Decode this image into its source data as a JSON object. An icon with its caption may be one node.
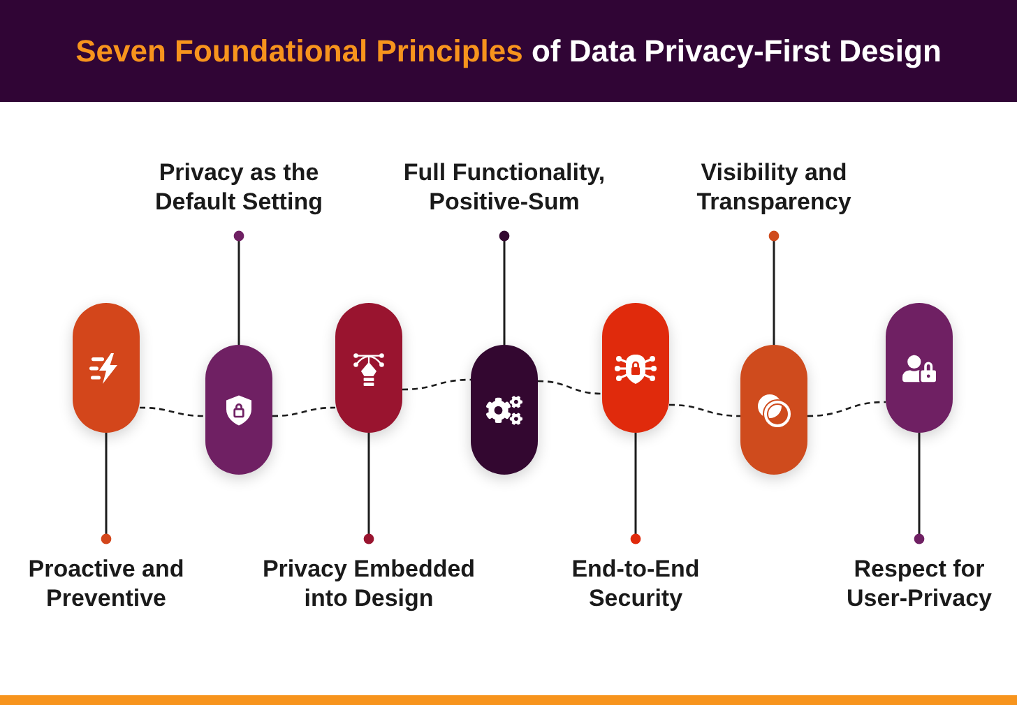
{
  "diagram": {
    "title": "**Seven Foundational Principles** of Data Privacy-First Design",
    "nodes": [
      {
        "text": [
          "Proactive and Preventive"
        ]
      },
      {
        "text": [
          "Privacy as the Default Setting"
        ]
      },
      {
        "text": [
          "Privacy Embedded into Design"
        ]
      },
      {
        "text": [
          "Full Functionality, Positive-Sum"
        ]
      },
      {
        "text": [
          "End-to-End Security"
        ]
      },
      {
        "text": [
          "Visibility and Transparency"
        ]
      },
      {
        "text": [
          "Respect for User-Privacy"
        ]
      },
      {
        "text": [],
        "shape": "pill"
      },
      {
        "text": [],
        "shape": "pill"
      },
      {
        "text": [],
        "shape": "pill"
      },
      {
        "text": [],
        "shape": "pill"
      },
      {
        "text": [],
        "shape": "pill"
      },
      {
        "text": [],
        "shape": "pill"
      },
      {
        "text": [],
        "shape": "pill"
      }
    ],
    "edges": [
      {
        "from": 0,
        "to": 7,
        "arrow": "other"
      },
      {
        "from": 1,
        "to": 8,
        "arrow": "other"
      },
      {
        "from": 2,
        "to": 9,
        "arrow": "other"
      },
      {
        "from": 3,
        "to": 10,
        "arrow": "other"
      },
      {
        "from": 4,
        "to": 11,
        "arrow": "other"
      },
      {
        "from": 5,
        "to": 12,
        "arrow": "other"
      },
      {
        "from": 6,
        "to": 13,
        "arrow": "other"
      },
      {
        "from": 7,
        "to": 8,
        "arrow": "none",
        "style": "dashed"
      },
      {
        "from": 8,
        "to": 9,
        "arrow": "none",
        "style": "dashed"
      },
      {
        "from": 9,
        "to": 10,
        "arrow": "none",
        "style": "dashed"
      },
      {
        "from": 10,
        "to": 11,
        "arrow": "none",
        "style": "dashed"
      },
      {
        "from": 11,
        "to": 12,
        "arrow": "none",
        "style": "dashed"
      },
      {
        "from": 12,
        "to": 13,
        "arrow": "none",
        "style": "dashed"
      }
    ]
  }
}
